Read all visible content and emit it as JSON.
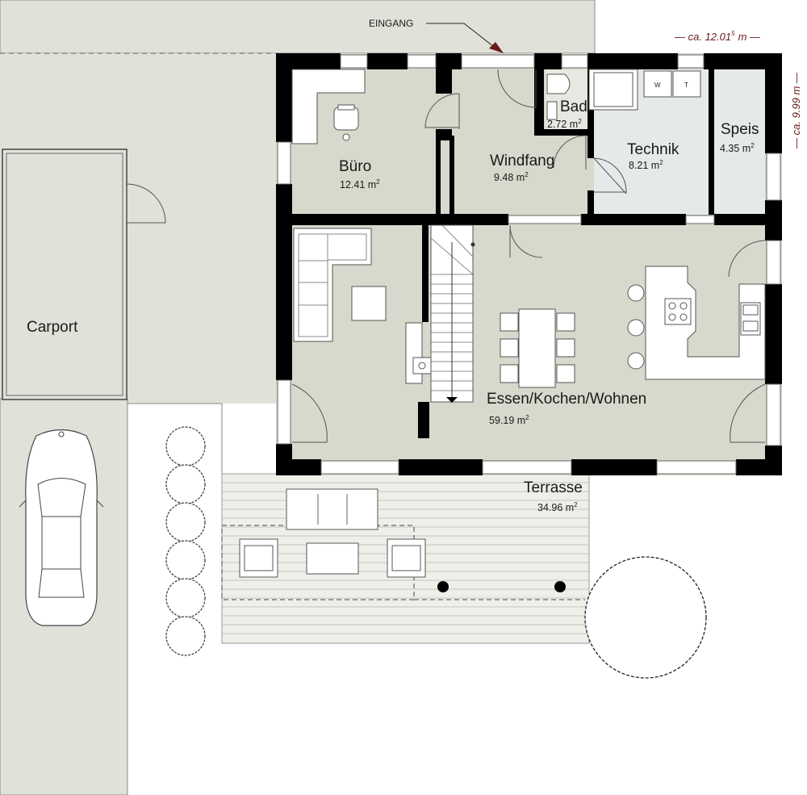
{
  "colors": {
    "interior_floor": "#d8d8cc",
    "technik_floor": "#e5e9e9",
    "ground": "#e1e1da",
    "wall": "#000000",
    "dimension": "#6b1a1a",
    "deck": "#efefea"
  },
  "labels": {
    "entrance": "EINGANG",
    "width_dimension": "— ca. 12.01",
    "width_dimension_sup": "5",
    "width_dimension_unit": "m —",
    "depth_dimension": "— ca. 9.99 m —"
  },
  "rooms": {
    "buero": {
      "name": "Büro",
      "area": "12.41 m",
      "sup": "2"
    },
    "windfang": {
      "name": "Windfang",
      "area": "9.48 m",
      "sup": "2"
    },
    "bad": {
      "name": "Bad",
      "area": "2.72 m",
      "sup": "2"
    },
    "technik": {
      "name": "Technik",
      "area": "8.21 m",
      "sup": "2"
    },
    "speis": {
      "name": "Speis",
      "area": "4.35 m",
      "sup": "2"
    },
    "wohnen": {
      "name": "Essen/Kochen/Wohnen",
      "area": "59.19 m",
      "sup": "2"
    },
    "terrasse": {
      "name": "Terrasse",
      "area": "34.96 m",
      "sup": "2"
    },
    "carport": {
      "name": "Carport"
    }
  },
  "appliances": {
    "washer": "W",
    "dryer": "T"
  },
  "icons": [
    "chair-icon",
    "car-icon",
    "tree-icon",
    "hob-icon",
    "sink-icon",
    "stair-arrow-icon"
  ]
}
